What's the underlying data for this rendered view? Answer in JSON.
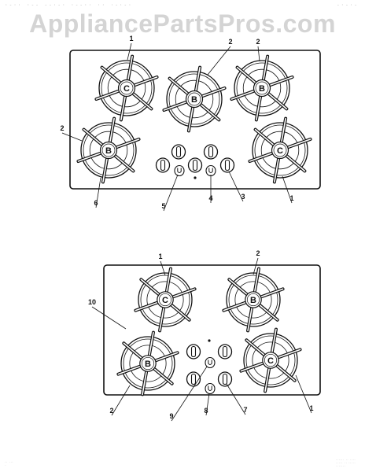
{
  "watermark": {
    "text": "AppliancePartsPros.com"
  },
  "diagram_top": {
    "burner_letters": [
      "C",
      "B",
      "B",
      "B",
      "C"
    ],
    "callouts": [
      "1",
      "2",
      "2",
      "2",
      "6",
      "5",
      "4",
      "3",
      "1"
    ]
  },
  "diagram_bottom": {
    "burner_letters": [
      "C",
      "B",
      "B",
      "C"
    ],
    "callouts": [
      "1",
      "2",
      "10",
      "2",
      "9",
      "8",
      "7",
      "1"
    ]
  }
}
